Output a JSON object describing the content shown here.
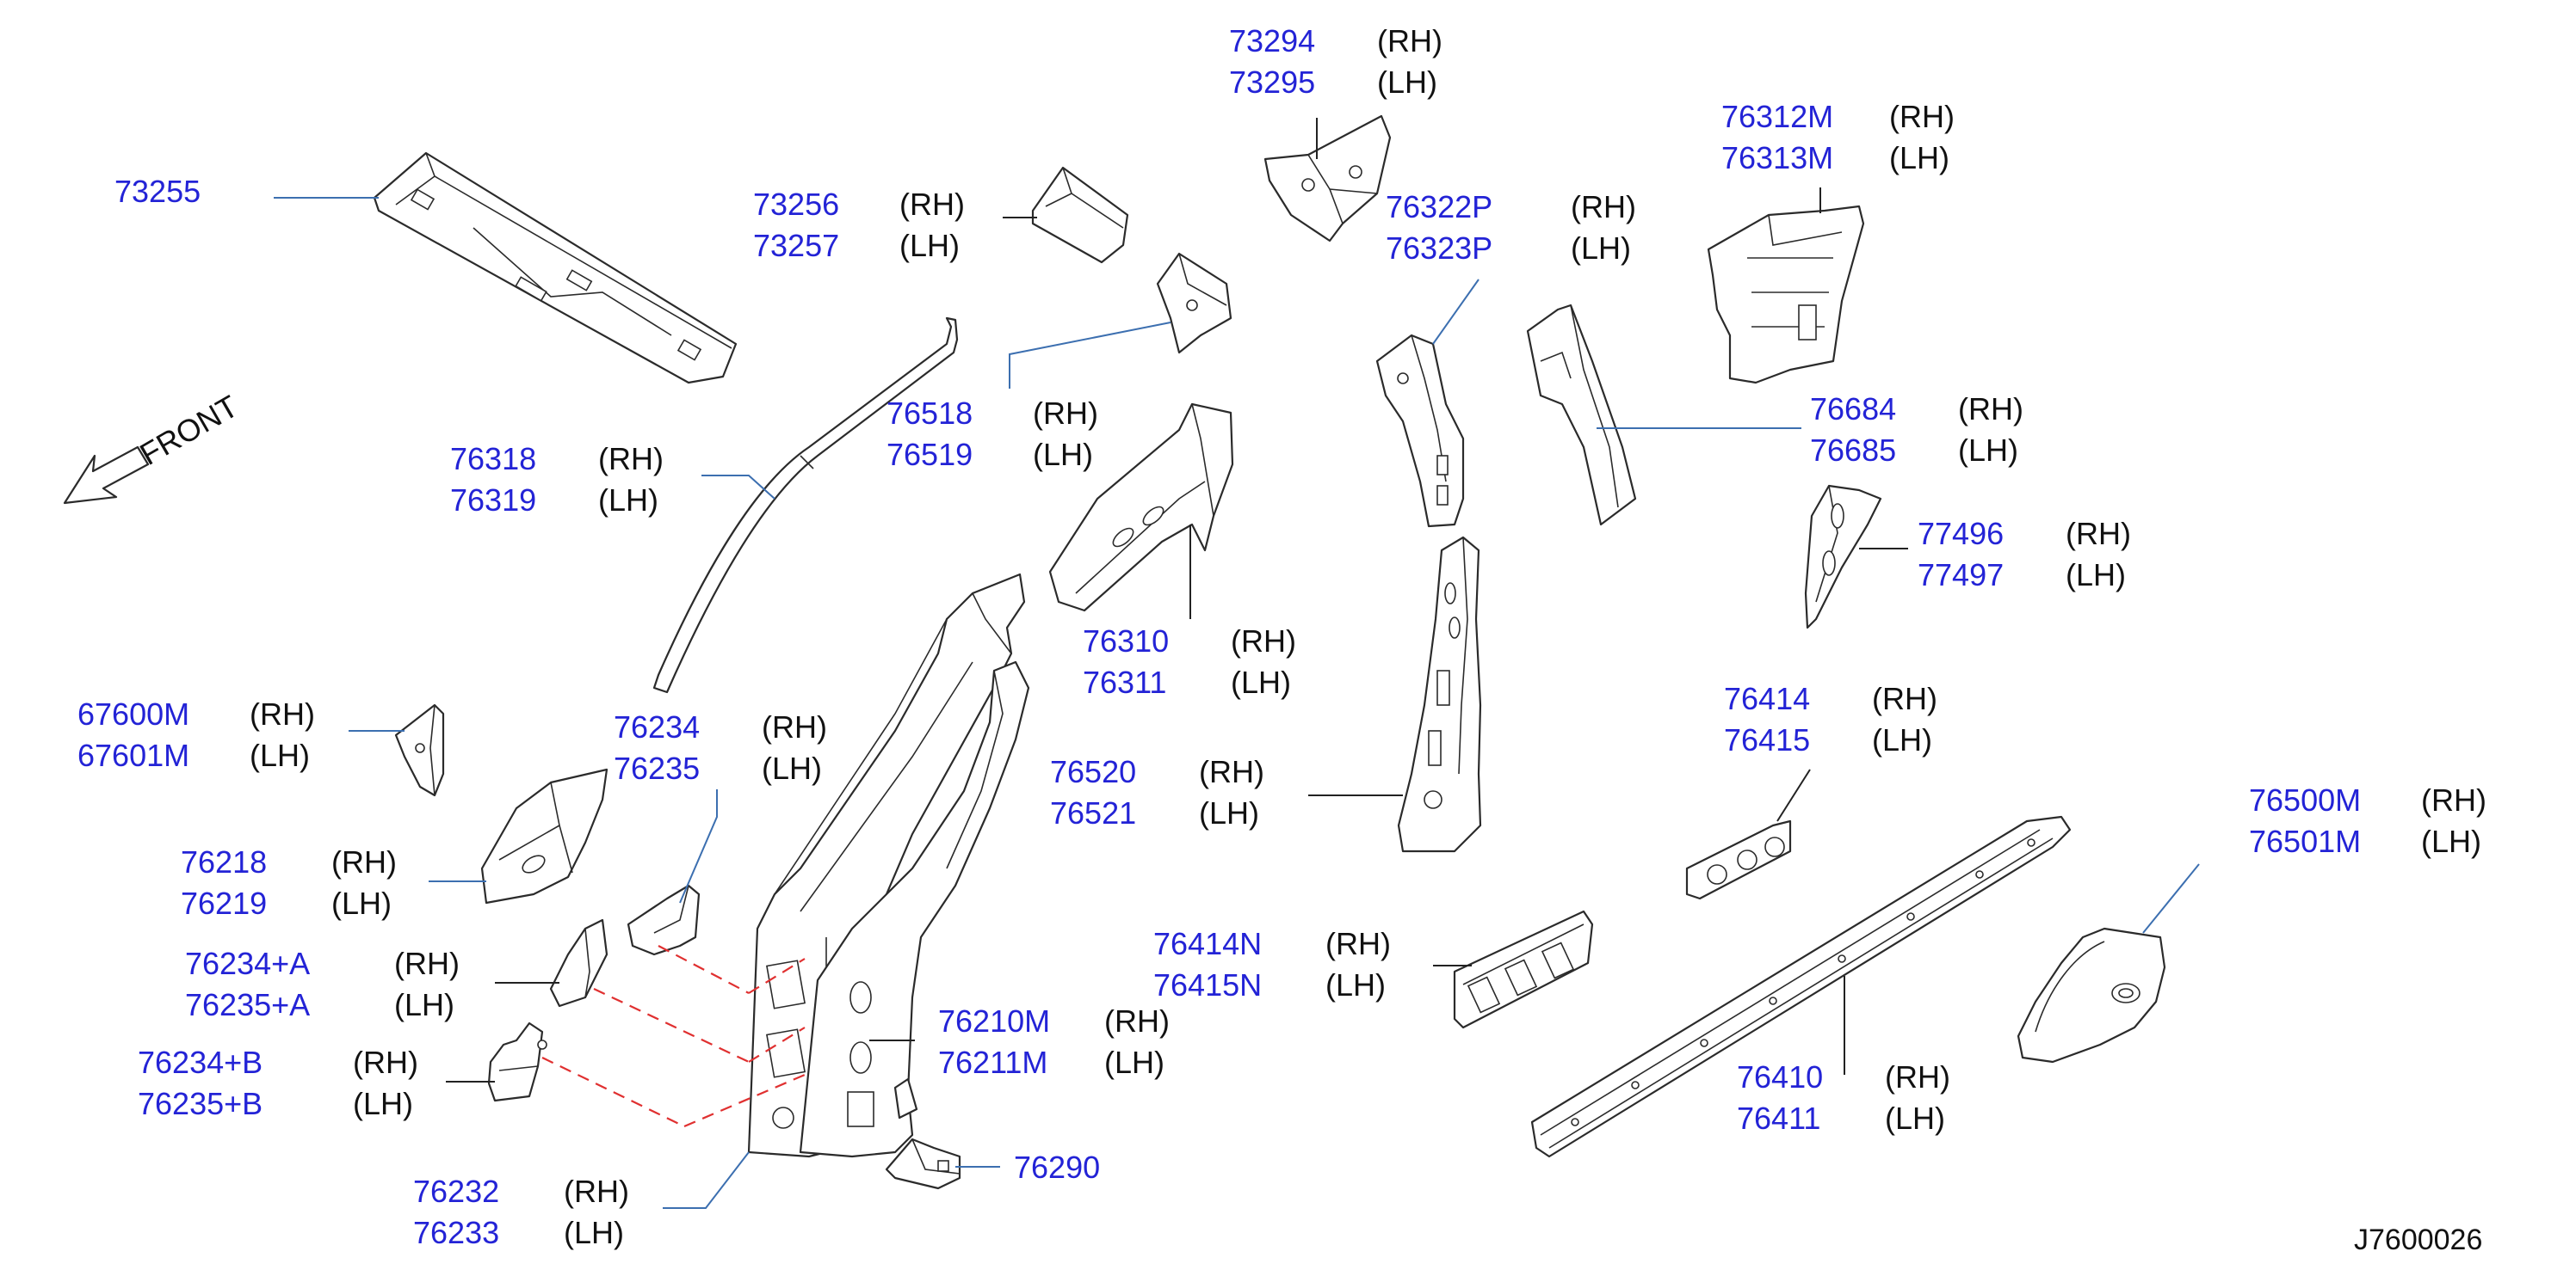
{
  "figure_code": "J7600026",
  "direction_label": "FRONT",
  "labels": {
    "p73255": "73255",
    "p73256": "73256",
    "p73256_side": "(RH)",
    "p73257": "73257",
    "p73257_side": "(LH)",
    "p73294": "73294",
    "p73294_side": "(RH)",
    "p73295": "73295",
    "p73295_side": "(LH)",
    "p76312M": "76312M",
    "p76312M_side": "(RH)",
    "p76313M": "76313M",
    "p76313M_side": "(LH)",
    "p76322P": "76322P",
    "p76322P_side": "(RH)",
    "p76323P": "76323P",
    "p76323P_side": "(LH)",
    "p76518": "76518",
    "p76518_side": "(RH)",
    "p76519": "76519",
    "p76519_side": "(LH)",
    "p76684": "76684",
    "p76684_side": "(RH)",
    "p76685": "76685",
    "p76685_side": "(LH)",
    "p76318": "76318",
    "p76318_side": "(RH)",
    "p76319": "76319",
    "p76319_side": "(LH)",
    "p77496": "77496",
    "p77496_side": "(RH)",
    "p77497": "77497",
    "p77497_side": "(LH)",
    "p76310": "76310",
    "p76310_side": "(RH)",
    "p76311": "76311",
    "p76311_side": "(LH)",
    "p67600M": "67600M",
    "p67600M_side": "(RH)",
    "p67601M": "67601M",
    "p67601M_side": "(LH)",
    "p76234": "76234",
    "p76234_side": "(RH)",
    "p76235": "76235",
    "p76235_side": "(LH)",
    "p76414": "76414",
    "p76414_side": "(RH)",
    "p76415": "76415",
    "p76415_side": "(LH)",
    "p76520": "76520",
    "p76520_side": "(RH)",
    "p76521": "76521",
    "p76521_side": "(LH)",
    "p76500M": "76500M",
    "p76500M_side": "(RH)",
    "p76501M": "76501M",
    "p76501M_side": "(LH)",
    "p76218": "76218",
    "p76218_side": "(RH)",
    "p76219": "76219",
    "p76219_side": "(LH)",
    "p76414N": "76414N",
    "p76414N_side": "(RH)",
    "p76415N": "76415N",
    "p76415N_side": "(LH)",
    "p76234A": "76234+A",
    "p76234A_side": "(RH)",
    "p76235A": "76235+A",
    "p76235A_side": "(LH)",
    "p76210M": "76210M",
    "p76210M_side": "(RH)",
    "p76211M": "76211M",
    "p76211M_side": "(LH)",
    "p76234B": "76234+B",
    "p76234B_side": "(RH)",
    "p76235B": "76235+B",
    "p76235B_side": "(LH)",
    "p76410": "76410",
    "p76410_side": "(RH)",
    "p76411": "76411",
    "p76411_side": "(LH)",
    "p76290": "76290",
    "p76232": "76232",
    "p76232_side": "(RH)",
    "p76233": "76233",
    "p76233_side": "(LH)"
  },
  "colors": {
    "part_number": "#2323d6",
    "side_text": "#111111",
    "leader_line": "#3c6fb0",
    "dashed_guide": "#e03030"
  }
}
